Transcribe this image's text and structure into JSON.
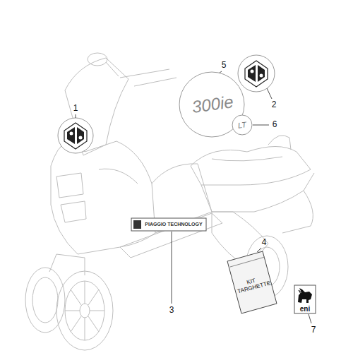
{
  "diagram": {
    "labels": [
      "1",
      "5",
      "2",
      "300ie",
      "LT",
      "6",
      "PIAGGIO TECHNOLOGY",
      "4",
      "KIT TARGHETTE",
      "eni",
      "3",
      "7"
    ]
  }
}
